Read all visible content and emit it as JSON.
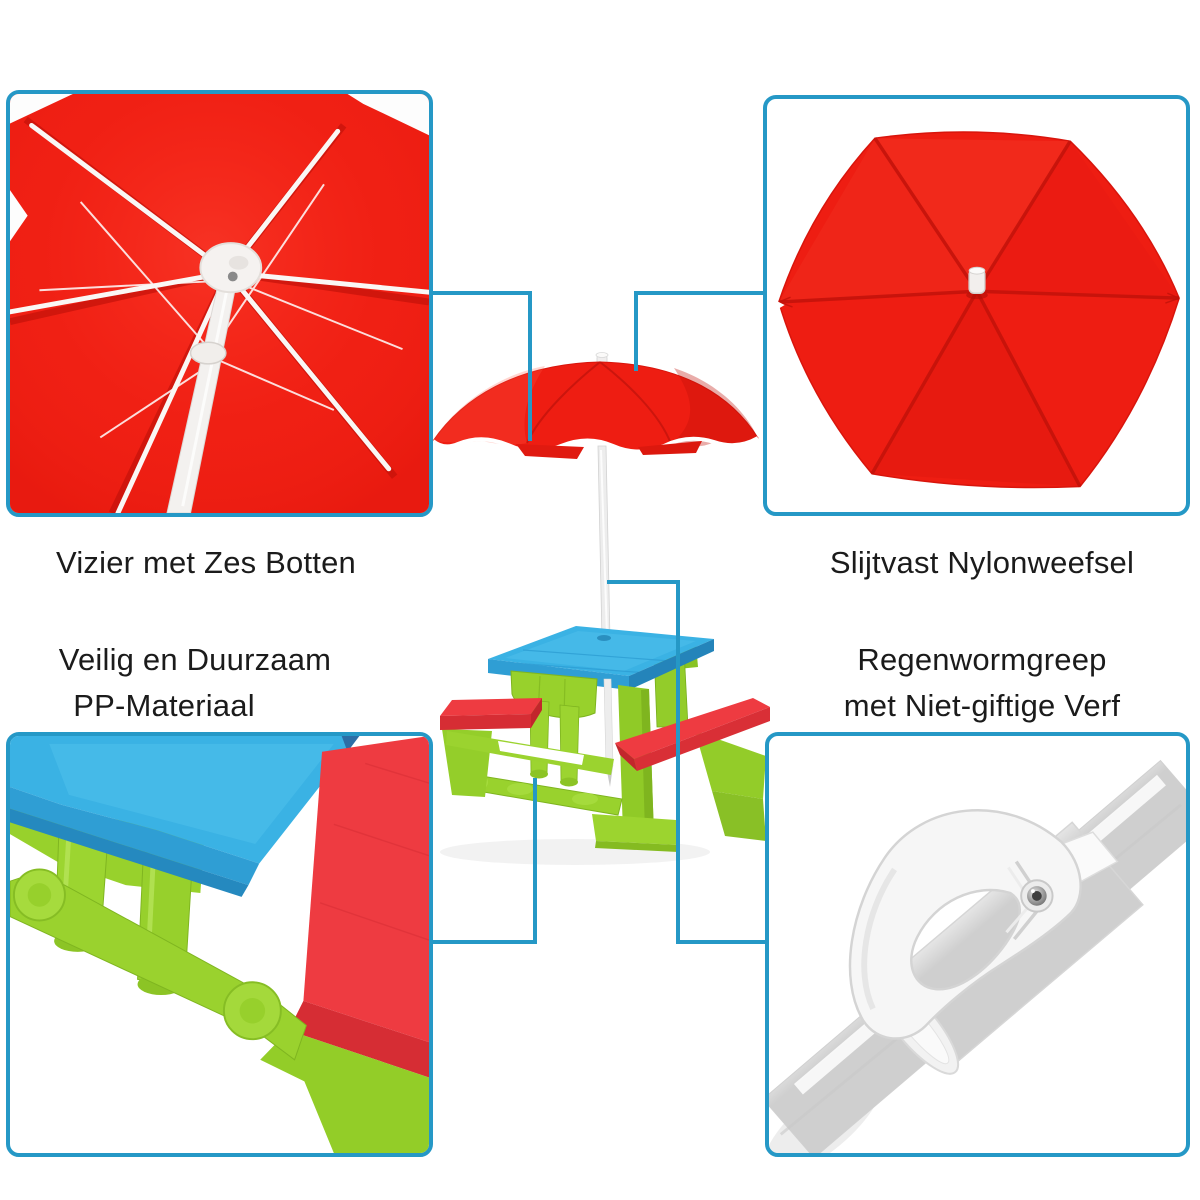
{
  "colors": {
    "accent": "#2598c6",
    "text": "#1b1b1b",
    "umbrella_red": "#ee1d12",
    "table_blue": "#3ab2e4",
    "frame_green": "#98d12c",
    "bench_red": "#ee3b41",
    "pole_white": "#f2f2f2"
  },
  "panels": {
    "top_left": {
      "label": "Vizier met Zes Botten",
      "image": "umbrella-underside-closeup"
    },
    "top_right": {
      "label": "Slijtvast Nylonweefsel",
      "image": "umbrella-canopy-top-view"
    },
    "bottom_left": {
      "label_line1": "Veilig en Duurzaam",
      "label_line2": "PP-Materiaal",
      "image": "picnic-table-closeup"
    },
    "bottom_right": {
      "label_line1": "Regenwormgreep",
      "label_line2": "met Niet-giftige Verf",
      "image": "pole-handle-closeup"
    }
  },
  "center": {
    "image": "kids-picnic-table-with-umbrella"
  }
}
